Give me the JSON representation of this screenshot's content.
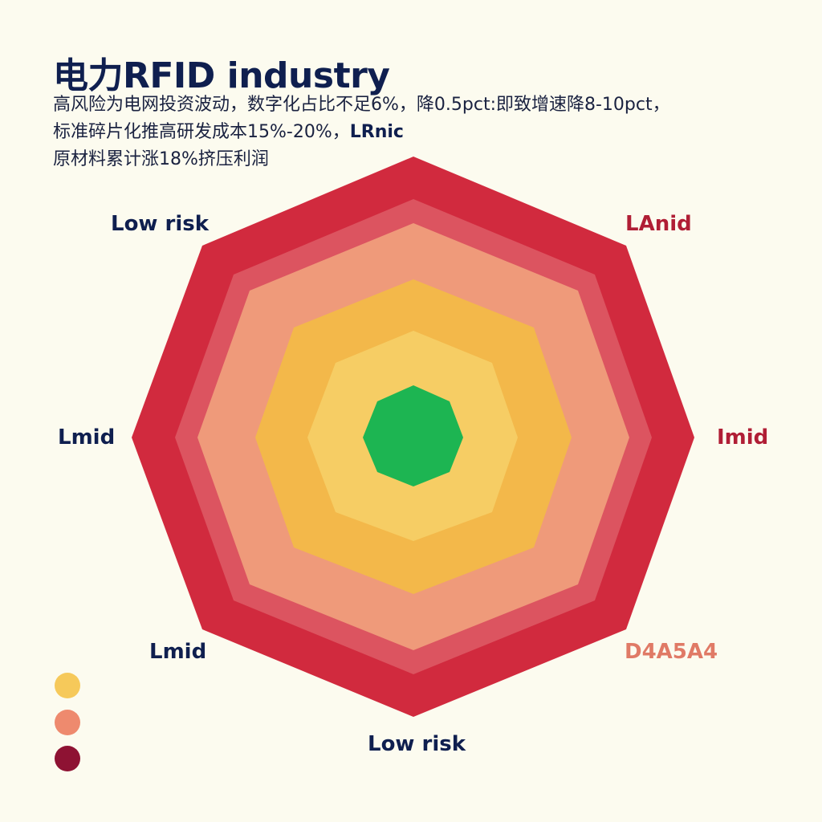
{
  "header": {
    "title": "电力RFID industry",
    "desc_line1": "高风险为电网投资波动，数字化占比不足6%，降0.5pct:即致增速降8-10pct，",
    "desc_line2": "标准碎片化推高研发成本15%-20%，",
    "desc_line2_strong": "LRnic",
    "desc_line3": "原材料累计涨18%挤压利润"
  },
  "labels": {
    "top_left": "Low risk",
    "top_right": "LAnid",
    "left": "Lmid",
    "right": "Imid",
    "bottom_left": "Lmid",
    "bottom_right": "D4A5A4",
    "bottom": "Low risk"
  },
  "colors": {
    "background": "#FCFBEF",
    "ring_outer": "#D12A3E",
    "ring_second": "#DC5460",
    "ring_third": "#EF9A7A",
    "ring_fourth": "#F3B84A",
    "ring_fifth": "#F6CD64",
    "core": "#1DB552",
    "legend_1": "#F6C95A",
    "legend_2": "#EE8A6E",
    "legend_3": "#8E1233"
  },
  "legend": [
    {
      "color": "#F6C95A",
      "icon": "yellow-circle"
    },
    {
      "color": "#EE8A6E",
      "icon": "salmon-circle"
    },
    {
      "color": "#8E1233",
      "icon": "maroon-circle"
    }
  ]
}
